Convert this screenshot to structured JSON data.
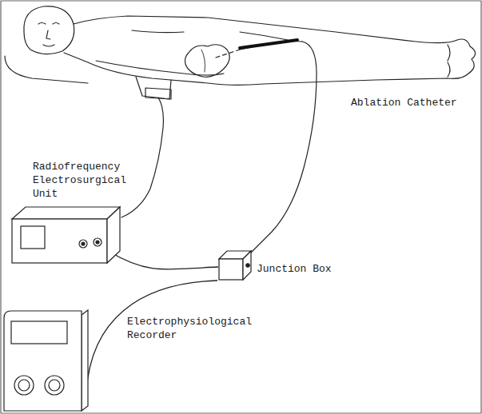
{
  "diagram": {
    "nodes": [
      {
        "text": [
          "Radiofrequency Electrosurgical Unit"
        ]
      },
      {
        "text": [
          "Junction Box"
        ]
      },
      {
        "text": [
          "Electrophysiological Recorder"
        ]
      }
    ],
    "edges": [
      {
        "from": 0,
        "to": 1,
        "arrow": "none"
      },
      {
        "from": 1,
        "to": 2,
        "arrow": "none"
      }
    ],
    "labels": [
      "Ablation Catheter"
    ]
  }
}
